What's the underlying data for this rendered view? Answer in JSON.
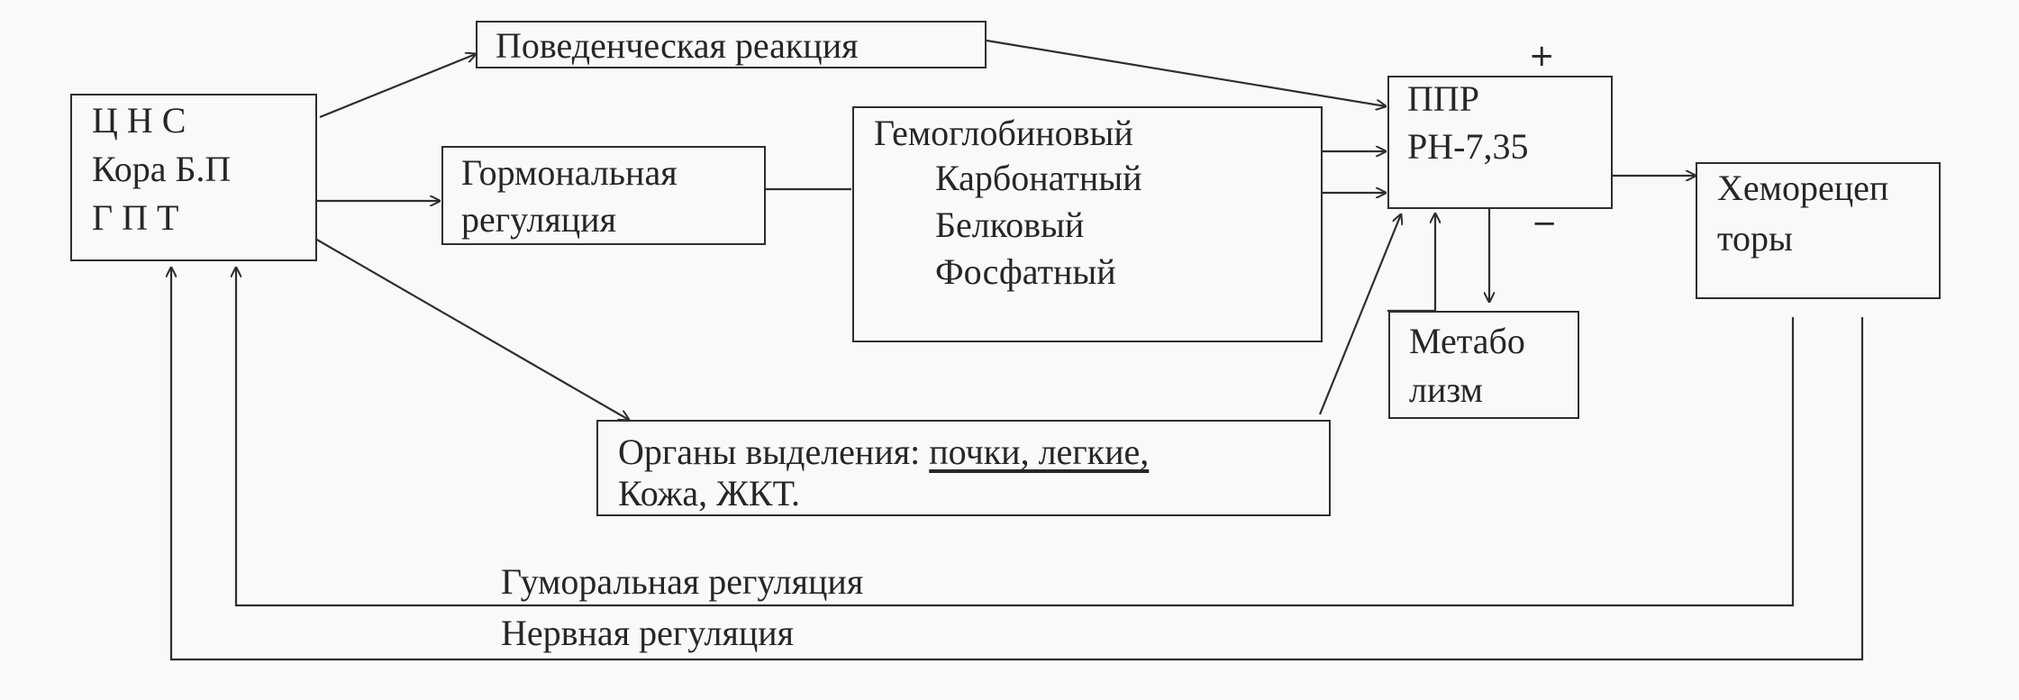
{
  "cns": {
    "lines": [
      "Ц Н С",
      "Кора Б.П",
      "Г П Т"
    ]
  },
  "behavior": {
    "label": "Поведенческая реакция"
  },
  "hormonal": {
    "lines": [
      "Гормональная",
      "регуляция"
    ]
  },
  "buffers": {
    "lines": [
      "Гемоглобиновый",
      "Карбонатный",
      "Белковый",
      "Фосфатный"
    ]
  },
  "ppr": {
    "lines": [
      "ППР",
      "РН-7,35"
    ],
    "plus": "+",
    "minus": "−"
  },
  "chemo": {
    "lines": [
      "Хеморецеп",
      "торы"
    ]
  },
  "metabolism": {
    "lines": [
      "Метабо",
      "лизм"
    ]
  },
  "organs": {
    "prefix": "Органы выделения:",
    "underlined": "почки, легкие,",
    "line2": "Кожа, ЖКТ."
  },
  "feedback": {
    "humoral": "Гуморальная регуляция",
    "nervous": "Нервная регуляция"
  }
}
